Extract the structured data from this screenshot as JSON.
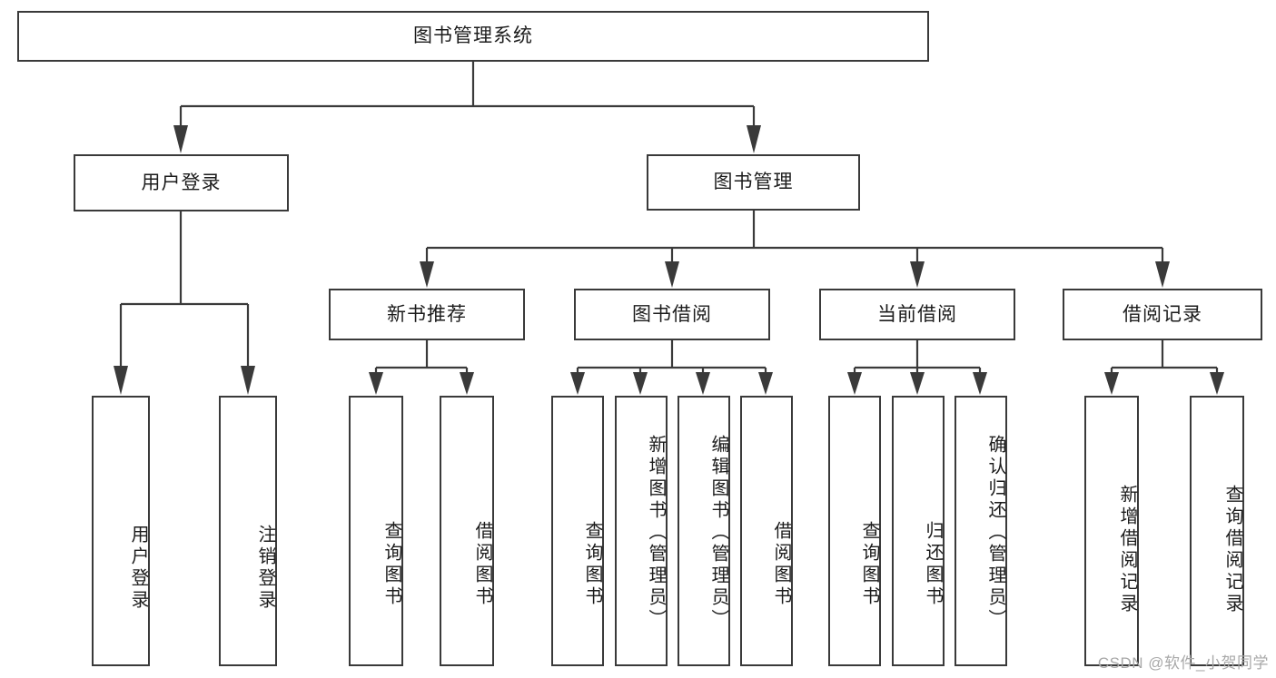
{
  "diagram": {
    "title_node": {
      "label": "图书管理系统"
    },
    "level2": [
      {
        "id": "user-login",
        "label": "用户登录"
      },
      {
        "id": "book-manage",
        "label": "图书管理"
      }
    ],
    "level3": [
      {
        "id": "new-book-recommend",
        "label": "新书推荐"
      },
      {
        "id": "book-borrow",
        "label": "图书借阅"
      },
      {
        "id": "current-borrow",
        "label": "当前借阅"
      },
      {
        "id": "borrow-record",
        "label": "借阅记录"
      }
    ],
    "leaves": {
      "user_login": [
        {
          "id": "leaf-user-login",
          "label": "用户登录"
        },
        {
          "id": "leaf-logout",
          "label": "注销登录"
        }
      ],
      "new_book_recommend": [
        {
          "id": "leaf-query-book-1",
          "label": "查询图书"
        },
        {
          "id": "leaf-borrow-book-1",
          "label": "借阅图书"
        }
      ],
      "book_borrow": [
        {
          "id": "leaf-query-book-2",
          "label": "查询图书"
        },
        {
          "id": "leaf-add-book",
          "label": "新增图书（管理员）"
        },
        {
          "id": "leaf-edit-book",
          "label": "编辑图书（管理员）"
        },
        {
          "id": "leaf-borrow-book-2",
          "label": "借阅图书"
        }
      ],
      "current_borrow": [
        {
          "id": "leaf-query-book-3",
          "label": "查询图书"
        },
        {
          "id": "leaf-return-book",
          "label": "归还图书"
        },
        {
          "id": "leaf-confirm-return",
          "label": "确认归还（管理员）"
        }
      ],
      "borrow_record": [
        {
          "id": "leaf-add-record",
          "label": "新增借阅记录"
        },
        {
          "id": "leaf-query-record",
          "label": "查询借阅记录"
        }
      ]
    },
    "watermark": "CSDN @软件_小贺同学",
    "colors": {
      "border": "#3a3a3a",
      "text": "#1c1c1c",
      "background": "#ffffff",
      "watermark": "#a8a8a8"
    }
  }
}
